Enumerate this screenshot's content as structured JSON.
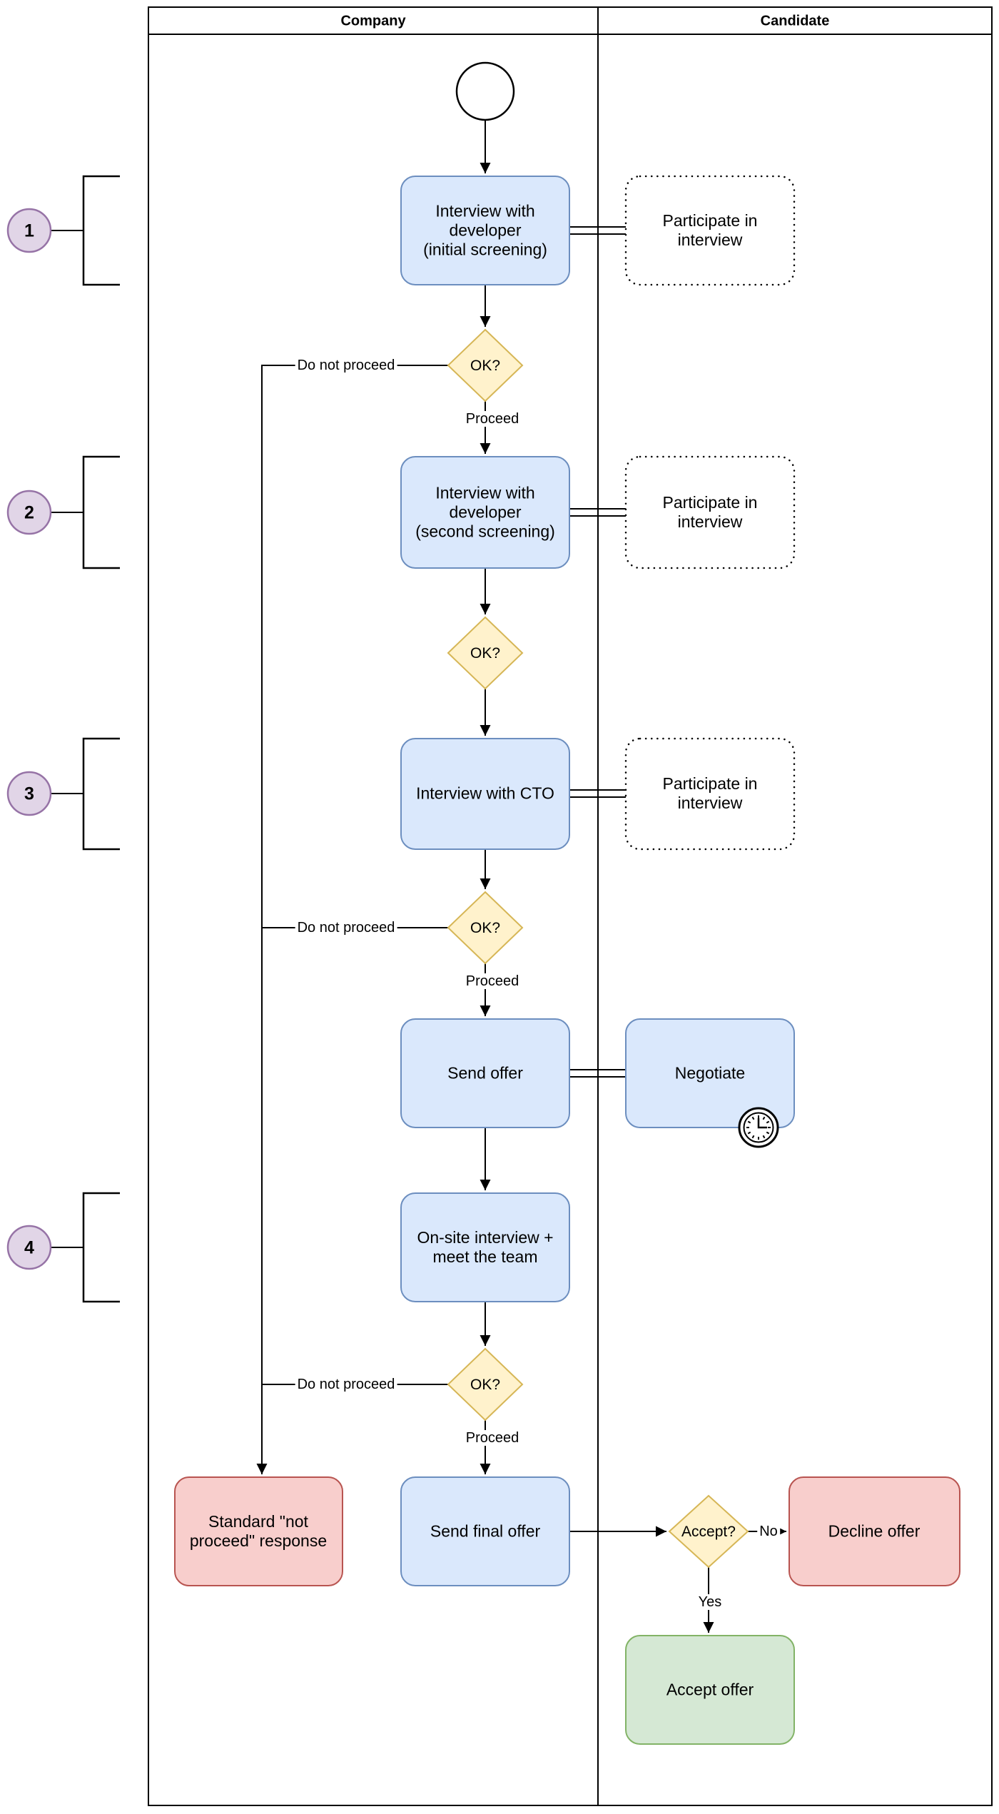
{
  "lanes": {
    "company": "Company",
    "candidate": "Candidate"
  },
  "markers": [
    "1",
    "2",
    "3",
    "4"
  ],
  "nodes": {
    "interview_initial": "Interview with\ndeveloper\n(initial screening)",
    "interview_second": "Interview with\ndeveloper\n(second screening)",
    "interview_cto": "Interview with CTO",
    "send_offer": "Send offer",
    "negotiate": "Negotiate",
    "onsite": "On-site interview +\nmeet the team",
    "send_final_offer": "Send final offer",
    "not_proceed_response": "Standard \"not\nproceed\" response",
    "decline_offer": "Decline offer",
    "accept_offer": "Accept offer",
    "participate": "Participate in\ninterview",
    "ok_question": "OK?",
    "accept_question": "Accept?"
  },
  "edge_labels": {
    "do_not_proceed": "Do not proceed",
    "proceed": "Proceed",
    "no": "No",
    "yes": "Yes"
  },
  "icons": {
    "timer": "timer-clock-icon"
  },
  "colors": {
    "task_fill": "#dae8fc",
    "task_stroke": "#6c8ebf",
    "decision_fill": "#fff2cc",
    "decision_stroke": "#d6b656",
    "negative_fill": "#f8cecc",
    "negative_stroke": "#b85450",
    "positive_fill": "#d5e8d4",
    "positive_stroke": "#82b366",
    "marker_fill": "#e1d5e7",
    "marker_stroke": "#9673a6",
    "line": "#000000",
    "shape_bg": "#ffffff"
  }
}
